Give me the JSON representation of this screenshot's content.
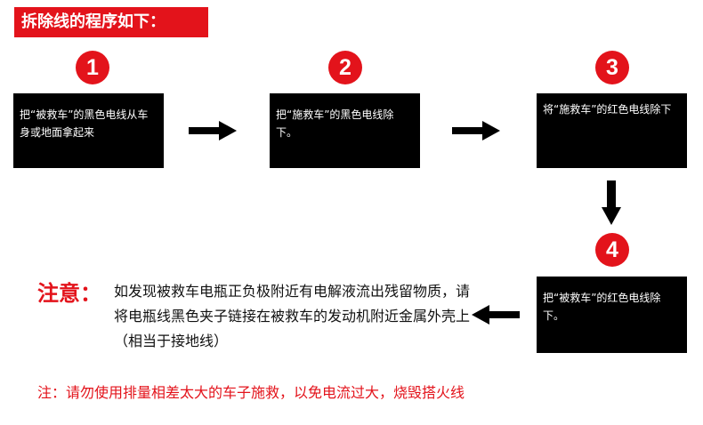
{
  "title": "拆除线的程序如下：",
  "steps": [
    {
      "number": "1",
      "text": "把“被救车”的黑色电线从车身或地面拿起来"
    },
    {
      "number": "2",
      "text": "把“施救车”的黑色电线除下。"
    },
    {
      "number": "3",
      "text": "将“施救车”的红色电线除下"
    },
    {
      "number": "4",
      "text": "把“被救车”的红色电线除下。"
    }
  ],
  "note": {
    "label": "注意：",
    "text": "如发现被救车电瓶正负极附近有电解液流出残留物质，请将电瓶线黑色夹子链接在被救车的发动机附近金属外壳上（相当于接地线）"
  },
  "bottom_note": "注：请勿使用排量相差太大的车子施救，以免电流过大，烧毁搭火线",
  "colors": {
    "accent": "#e3131b",
    "box": "#000000",
    "arrow": "#000000"
  }
}
